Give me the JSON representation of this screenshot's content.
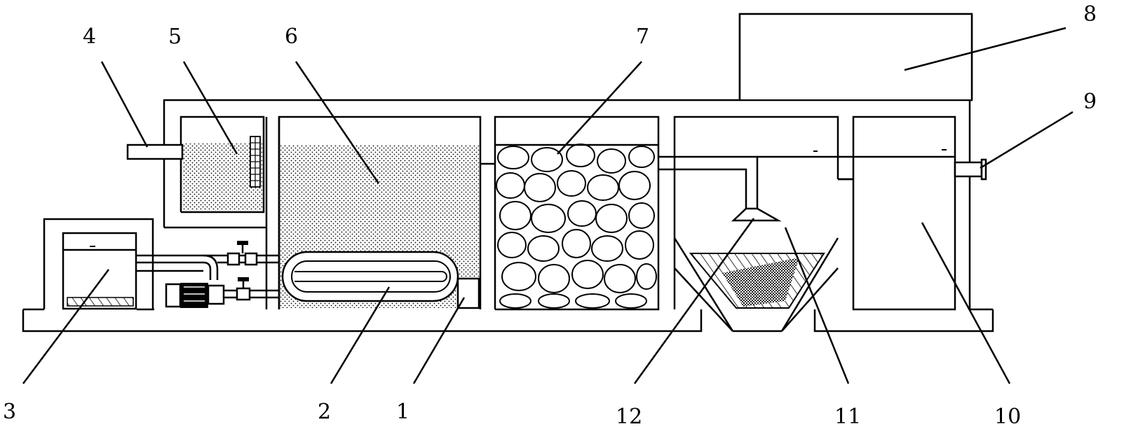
{
  "labels": {
    "l1": "1",
    "l2": "2",
    "l3": "3",
    "l4": "4",
    "l5": "5",
    "l6": "6",
    "l7": "7",
    "l8": "8",
    "l9": "9",
    "l10": "10",
    "l11": "11",
    "l12": "12"
  },
  "colors": {
    "line": "#000000",
    "background": "#ffffff"
  }
}
